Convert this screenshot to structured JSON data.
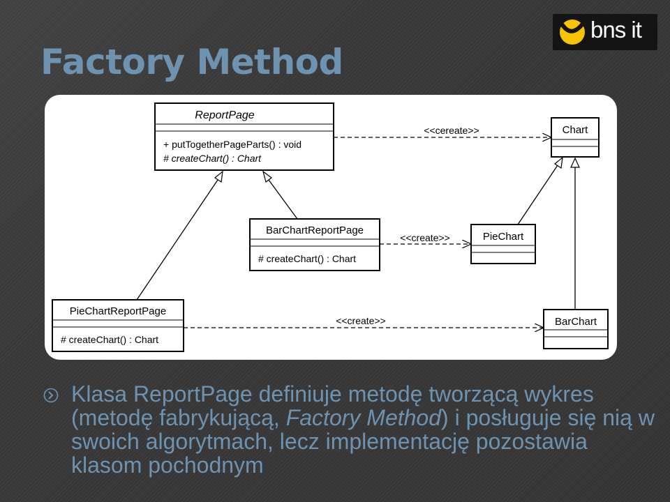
{
  "slide": {
    "title": "Factory Method"
  },
  "logo": {
    "text": "bns it"
  },
  "diagram": {
    "classes": {
      "report_page": {
        "name": "ReportPage",
        "members": [
          "+ putTogetherPageParts() : void",
          "# createChart() : Chart"
        ]
      },
      "bar_chart_report_page": {
        "name": "BarChartReportPage",
        "members": [
          "# createChart() : Chart"
        ]
      },
      "pie_chart_report_page": {
        "name": "PieChartReportPage",
        "members": [
          "# createChart() : Chart"
        ]
      },
      "chart": {
        "name": "Chart"
      },
      "pie_chart": {
        "name": "PieChart"
      },
      "bar_chart": {
        "name": "BarChart"
      }
    },
    "relations": {
      "create_top": "<<cereate>>",
      "create_middle": "<<create>>",
      "create_bottom": "<<create>>"
    }
  },
  "bullet": {
    "text_part1": "Klasa ReportPage definiuje metodę tworzącą wykres (metodę fabrykującą, ",
    "text_italic": "Factory Method",
    "text_part2": ") i posługuje się nią w swoich algorytmach, lecz implementację pozostawia klasom pochodnym"
  },
  "colors": {
    "background": "#383838",
    "accent": "#6e93b0",
    "logo_yellow": "#f6c400"
  }
}
